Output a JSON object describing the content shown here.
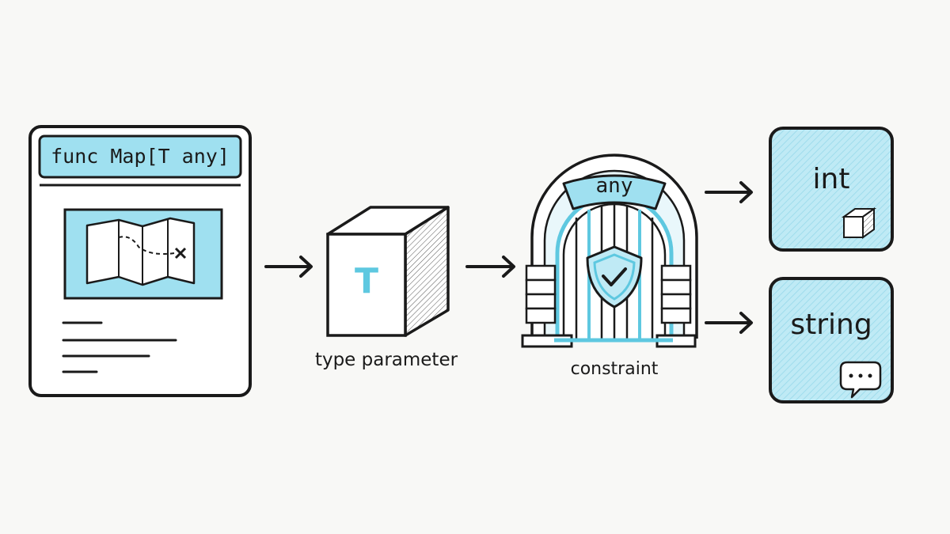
{
  "function_card": {
    "signature": "func Map[T any]"
  },
  "type_parameter": {
    "letter": "T",
    "caption": "type parameter"
  },
  "constraint": {
    "keyword": "any",
    "caption": "constraint"
  },
  "outputs": [
    {
      "label": "int",
      "icon": "cube-icon"
    },
    {
      "label": "string",
      "icon": "speech-bubble-icon"
    }
  ],
  "colors": {
    "accent": "#9fe0f0",
    "accent_dark": "#5ec8e0",
    "ink": "#1a1a1a",
    "paper": "#ffffff"
  }
}
